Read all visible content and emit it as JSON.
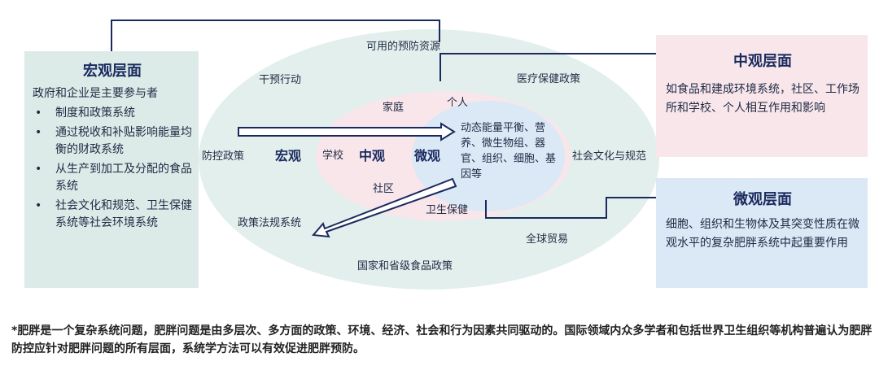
{
  "ellipse": {
    "outer_top": "可用的预防资源",
    "intervention": "干预行动",
    "medical_policy": "医疗保健政策",
    "prevention_policy": "防控政策",
    "social_culture": "社会文化与规范",
    "legal_system": "政策法规系统",
    "global_trade": "全球贸易",
    "food_policy": "国家和省级食品政策",
    "family": "家庭",
    "individual": "个人",
    "school": "学校",
    "community": "社区",
    "health_care": "卫生保健",
    "macro": "宏观",
    "meso": "中观",
    "micro": "微观",
    "micro_factors": "动态能量平衡、营养、微生物组、器官、组织、细胞、基因等"
  },
  "macro_panel": {
    "title": "宏观层面",
    "intro": "政府和企业是主要参与者",
    "bullet": "•",
    "items": [
      "制度和政策系统",
      "通过税收和补贴影响能量均衡的财政系统",
      "从生产到加工及分配的食品系统",
      "社会文化和规范、卫生保健系统等社会环境系统"
    ]
  },
  "meso_panel": {
    "title": "中观层面",
    "text": "如食品和建成环境系统，社区、工作场所和学校、个人相互作用和影响"
  },
  "micro_panel": {
    "title": "微观层面",
    "text": "细胞、组织和生物体及其突变性质在微观水平的复杂肥胖系统中起重要作用"
  },
  "footnote": "*肥胖是一个复杂系统问题，肥胖问题是由多层次、多方面的政策、环境、经济、社会和行为因素共同驱动的。国际领域内众多学者和包括世界卫生组织等机构普遍认为肥胖防控应针对肥胖问题的所有层面，系统学方法可以有效促进肥胖预防。",
  "colors": {
    "outer": "#e3efed",
    "middle": "#f8e6ea",
    "inner": "#dbe8f6",
    "navy": "#1a2a5e"
  }
}
